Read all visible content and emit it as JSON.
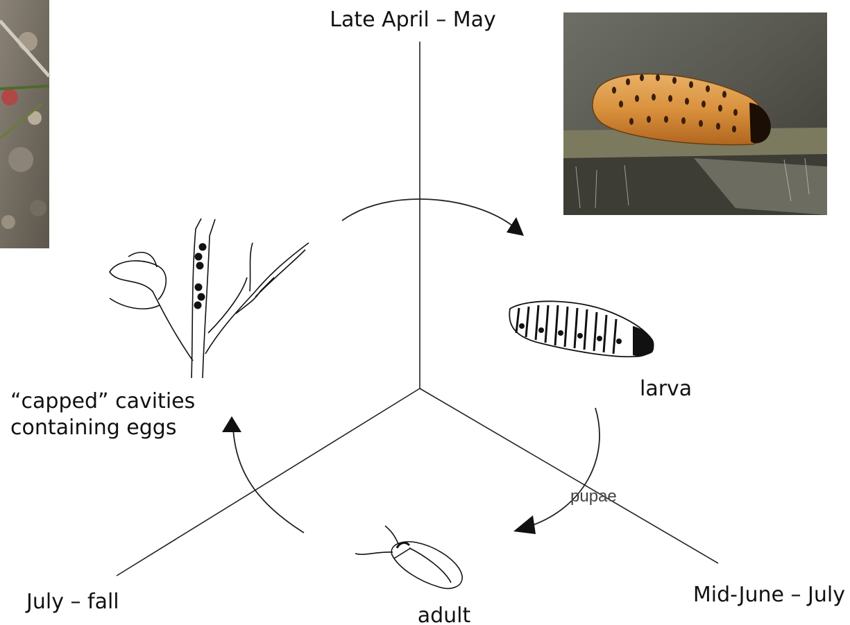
{
  "periods": {
    "top": "Late April – May",
    "right": "Mid-June – July",
    "left": "July – fall"
  },
  "stages": {
    "eggs_line1": "“capped” cavities",
    "eggs_line2": "containing eggs",
    "larva": "larva",
    "pupae": "pupae",
    "adult": "adult"
  }
}
